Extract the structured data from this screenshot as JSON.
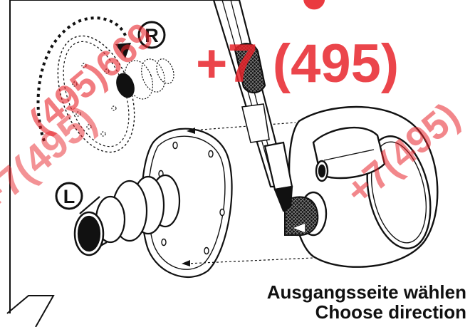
{
  "watermark": {
    "lines": [
      "(495)669",
      "+7 (495)",
      "+7(495)",
      "+7(495)"
    ],
    "color": "#e8252b"
  },
  "labels": {
    "right": "R",
    "left": "L"
  },
  "caption": {
    "line1": "Ausgangsseite wählen",
    "line2": "Choose direction"
  }
}
